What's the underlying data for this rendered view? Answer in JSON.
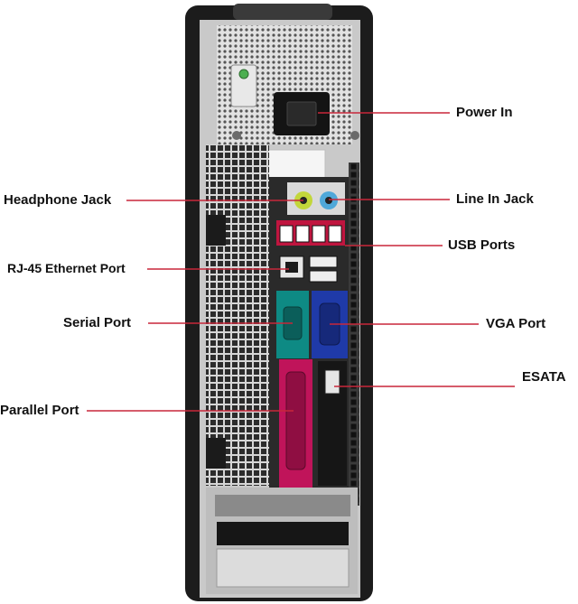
{
  "callouts": {
    "power_in": "Power In",
    "headphone_jack": "Headphone Jack",
    "line_in_jack": "Line In Jack",
    "usb_ports": "USB Ports",
    "rj45_ethernet_port": "RJ-45 Ethernet Port",
    "serial_port": "Serial Port",
    "vga_port": "VGA Port",
    "esata": "ESATA",
    "parallel_port": "Parallel Port"
  },
  "colors": {
    "leader_line": "#c8273a",
    "chassis": "#1c1c1c",
    "panel": "#c9c9c9",
    "serial_port": "#0e8a84",
    "vga_port": "#1f3aa8",
    "parallel_port": "#c0145a",
    "audio_out": "#c2d63a",
    "audio_in": "#4fa8d9"
  }
}
